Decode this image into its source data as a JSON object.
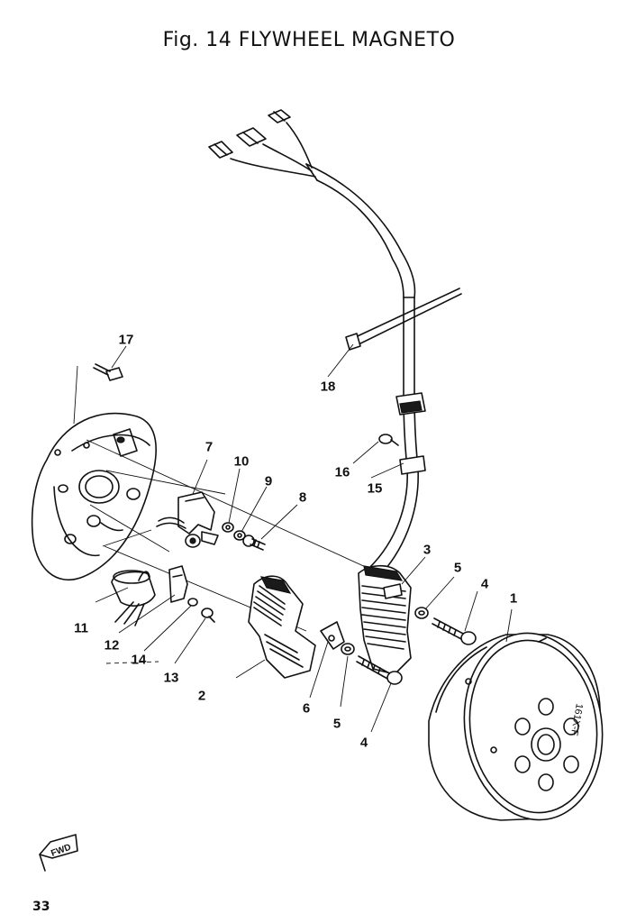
{
  "title": "Fig. 14  FLYWHEEL MAGNETO",
  "page_number": "33",
  "fwd_label": "FWD",
  "flywheel_marking": "161X-F",
  "callouts": {
    "c1": "1",
    "c2": "2",
    "c3": "3",
    "c4a": "4",
    "c4b": "4",
    "c5a": "5",
    "c5b": "5",
    "c6": "6",
    "c7": "7",
    "c8": "8",
    "c9": "9",
    "c10": "10",
    "c11": "11",
    "c12": "12",
    "c13": "13",
    "c14": "14",
    "c15": "15",
    "c16": "16",
    "c17": "17",
    "c18": "18"
  }
}
